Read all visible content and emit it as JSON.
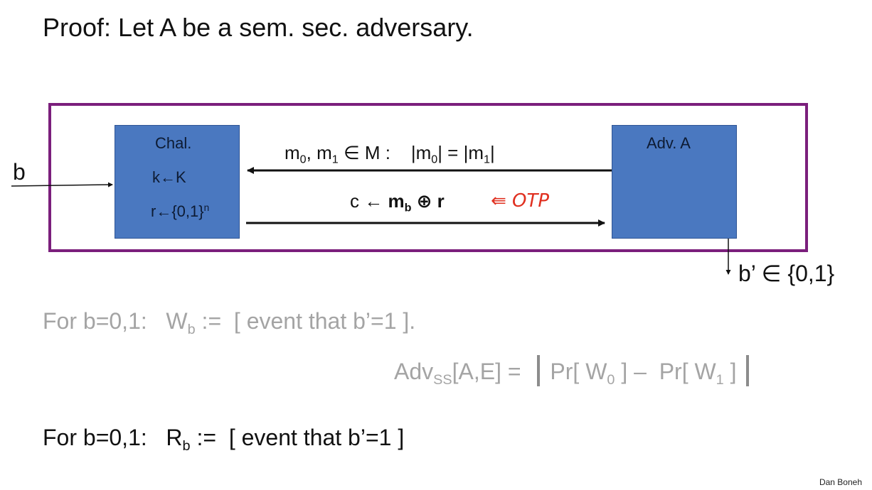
{
  "title": "Proof:   Let A be a sem. sec. adversary.",
  "diagram": {
    "input_label": "b",
    "challenger": {
      "title": "Chal.",
      "line_key": "k←K",
      "line_r_main": "r←{0,1}",
      "line_r_sup": "n"
    },
    "adversary": {
      "title": "Adv. A"
    },
    "msg_top": {
      "m": "m",
      "sub0": "0",
      "sep": ", m",
      "sub1": "1",
      "rest": " ∈ M :    |m",
      "sub2": "0",
      "mid": "| = |m",
      "sub3": "1",
      "end": "|"
    },
    "msg_bottom": {
      "pre": "c ← ",
      "m": "m",
      "sub": "b",
      "post": " ⊕ r"
    },
    "annotation": "⇚ OTP",
    "output": "b’ ∈ {0,1}"
  },
  "line_W": {
    "pre": "For b=0,1:   W",
    "sub": "b",
    "post": " :=  [ event that b’=1 ]."
  },
  "adv_formula": {
    "adv": "Adv",
    "sub": "SS",
    "args": "[A,E] = ",
    "pr0": "Pr[ W",
    "pr0_sub": "0",
    "mid": " ] –  Pr[ W",
    "pr1_sub": "1",
    "end": " ]"
  },
  "line_R": {
    "pre": "For b=0,1:   R",
    "sub": "b",
    "post": " :=  [ event that b’=1 ]"
  },
  "signature": "Dan Boneh"
}
